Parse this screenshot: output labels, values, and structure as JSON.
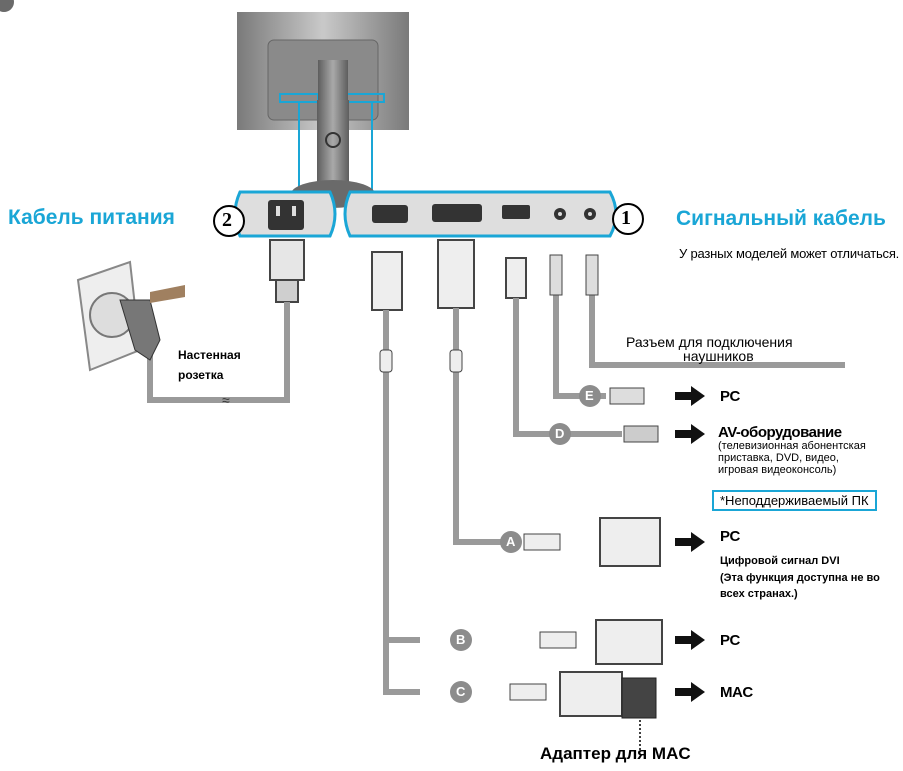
{
  "labels": {
    "power_cable": "Кабель питания",
    "signal_cable": "Сигнальный кабель",
    "num_power": "2",
    "num_signal": "1",
    "model_note": "У разных моделей может отличаться.",
    "wall_outlet_line1": "Настенная",
    "wall_outlet_line2": "розетка",
    "headphone_line1": "Разъем для подключения",
    "headphone_line2": "наушников",
    "mac_adapter": "Адаптер для MAC",
    "unsupported_pc": "*Неподдерживаемый ПК"
  },
  "connections": [
    {
      "letter": "E",
      "target": "PC"
    },
    {
      "letter": "D",
      "target": "AV-оборудование",
      "details": [
        "(телевизионная абонентская",
        "приставка, DVD, видео,",
        "игровая видеоконсоль)"
      ]
    },
    {
      "letter": "A",
      "target": "PC",
      "details": [
        "Цифровой сигнал  DVI",
        "(Эта функция доступна не во",
        "всех странах.)"
      ]
    },
    {
      "letter": "B",
      "target": "PC"
    },
    {
      "letter": "C",
      "target": "MAC"
    }
  ],
  "colors": {
    "accent": "#1aa6d6",
    "cable": "#9a9a9a",
    "panel": "#dedede",
    "badge": "#8c8c8c"
  }
}
